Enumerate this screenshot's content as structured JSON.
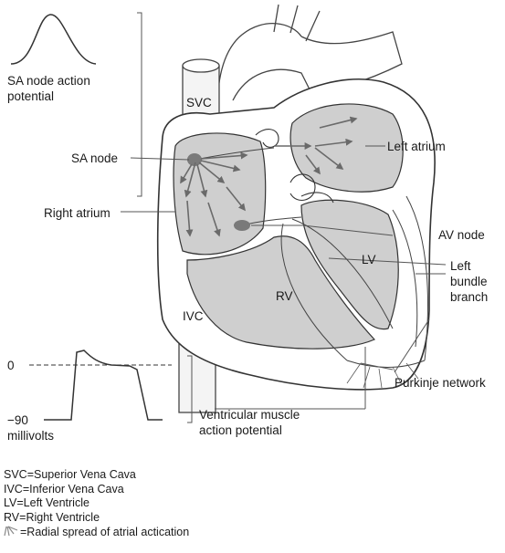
{
  "labels": {
    "sa_action_potential": [
      "SA node action",
      "potential"
    ],
    "svc": "SVC",
    "sa_node": "SA node",
    "left_atrium": "Left atrium",
    "right_atrium": "Right atrium",
    "av_node": "AV node",
    "lv": "LV",
    "left_bundle_branch": [
      "Left",
      "bundle",
      "branch"
    ],
    "rv": "RV",
    "ivc": "IVC",
    "zero": "0",
    "minus_90": "−90",
    "millivolts": "millivolts",
    "purkinje_network": "Purkinje network",
    "ventricular_action_potential": [
      "Ventricular muscle",
      "action potential"
    ]
  },
  "legend": {
    "svc": "SVC=Superior Vena Cava",
    "ivc": "IVC=Inferior Vena Cava",
    "lv": "LV=Left Ventricle",
    "rv": "RV=Right Ventricle",
    "radial": "=Radial spread of atrial actication",
    "radial_icon": "radial-arrows-icon"
  },
  "colors": {
    "chamber_fill": "#cfcfcf",
    "node_fill": "#7a7a7a",
    "line": "#3a3a3a"
  }
}
